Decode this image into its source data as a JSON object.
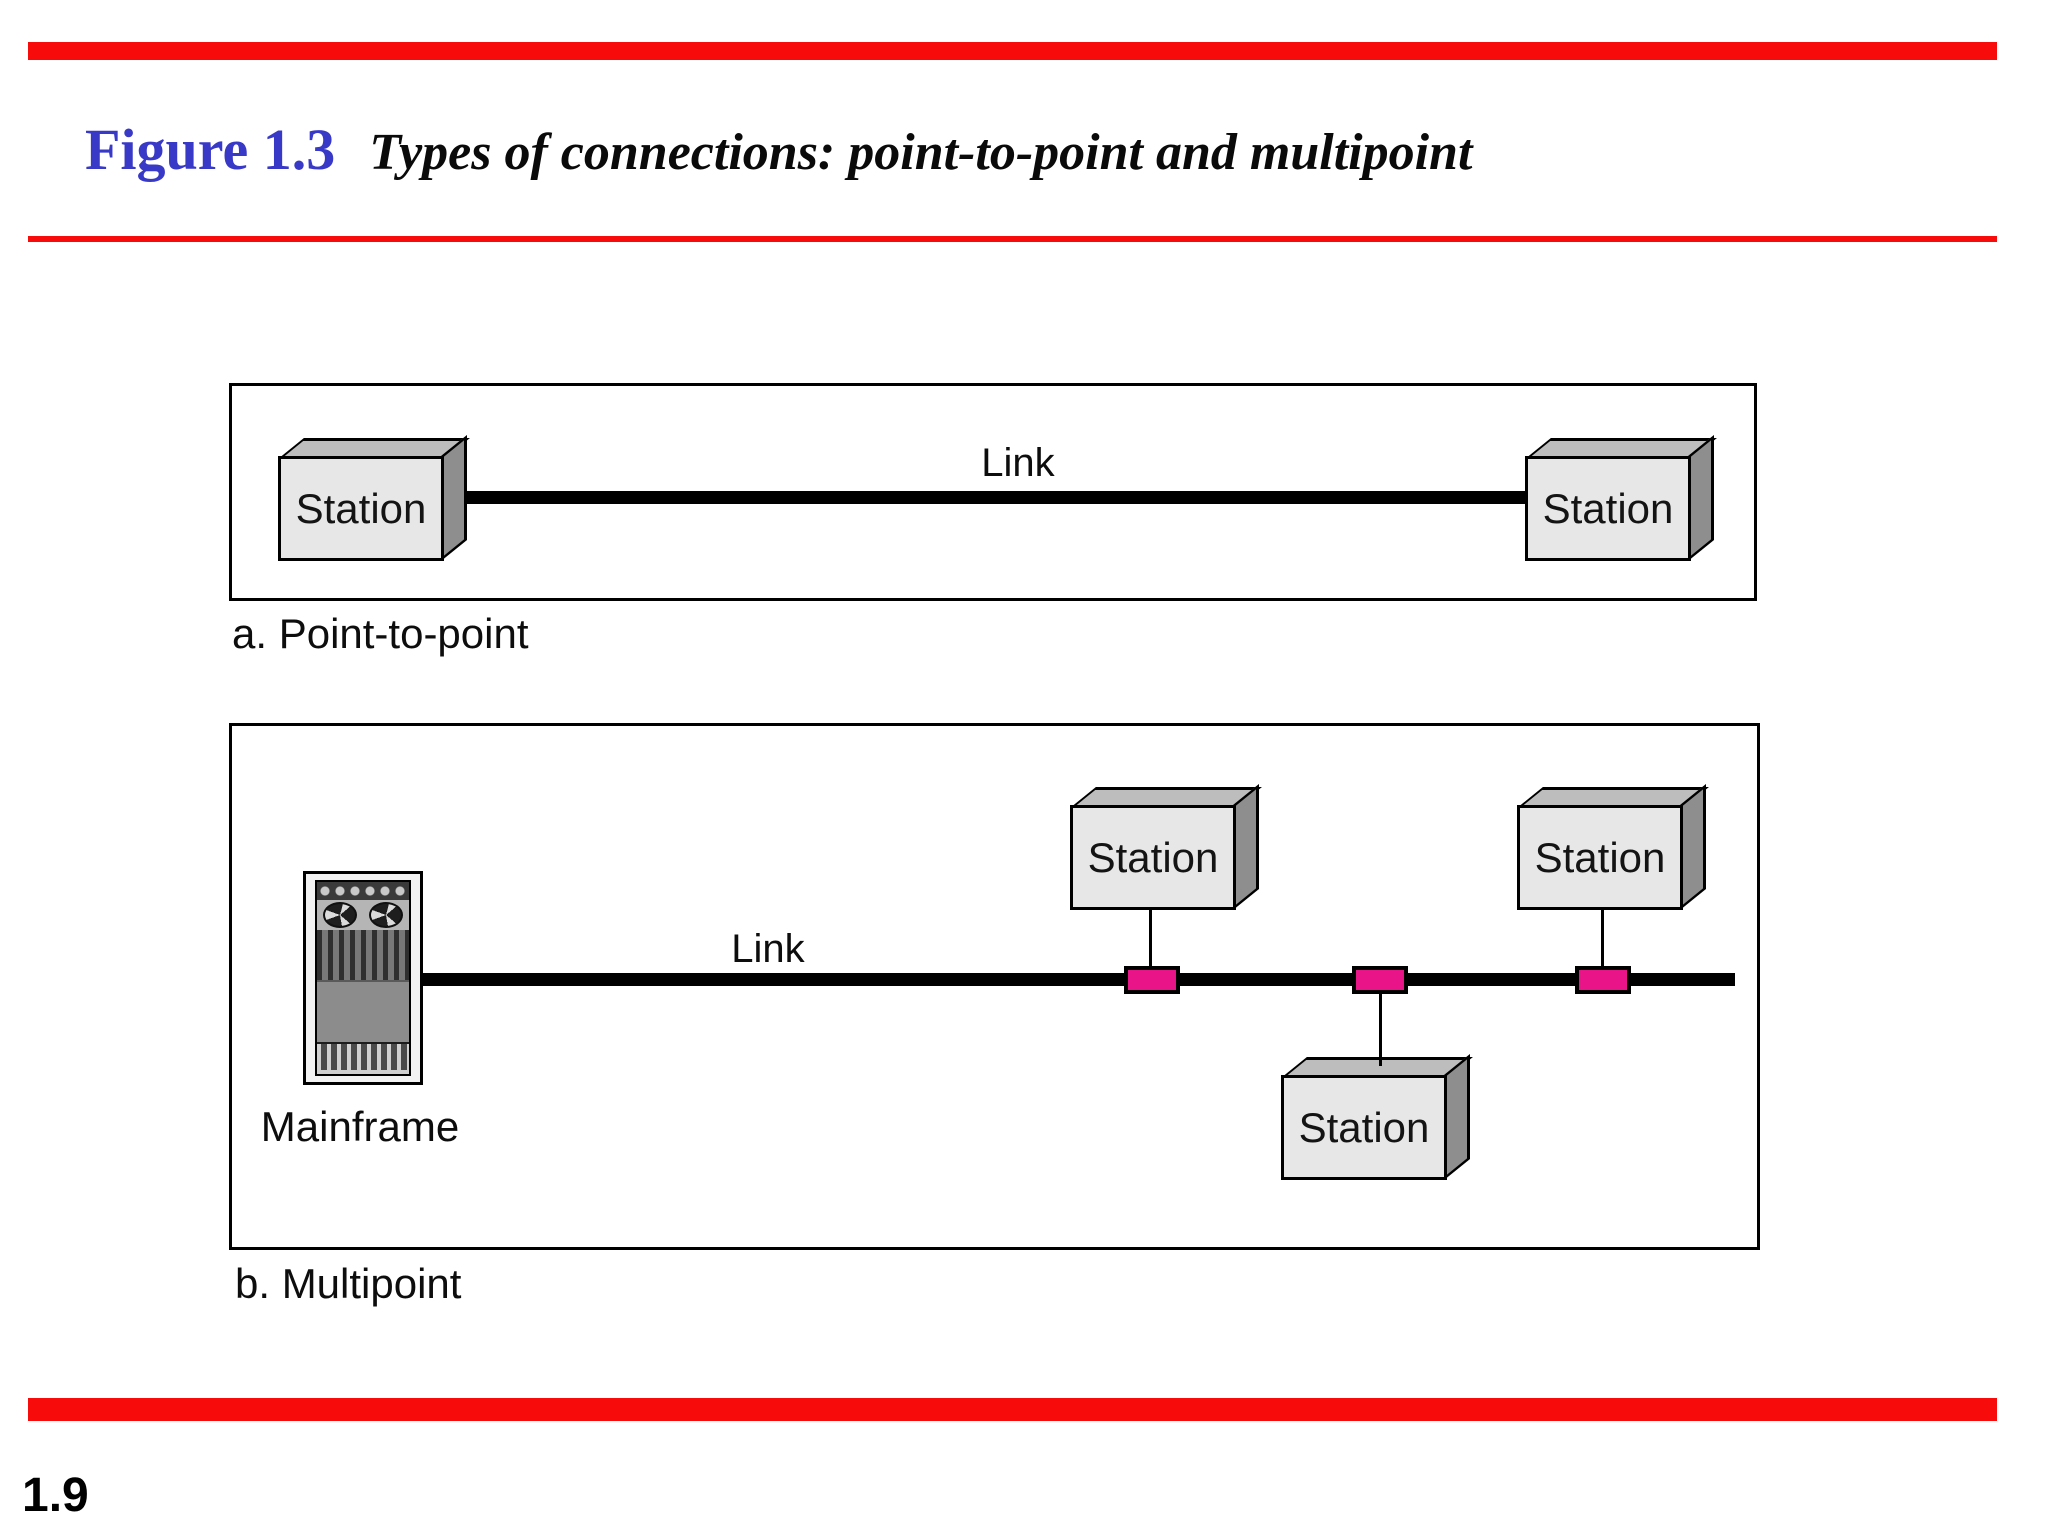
{
  "header": {
    "figure_label": "Figure 1.3",
    "figure_title": "Types of connections: point-to-point and multipoint",
    "page_number": "1.9"
  },
  "colors": {
    "accent-red": "#F80B0B",
    "title-blue": "#3939C8",
    "tap-pink": "#EA1489",
    "box-front": "#E7E7E7",
    "box-top": "#BDBDBD",
    "box-side": "#8E8E8E"
  },
  "panel_a": {
    "caption": "a. Point-to-point",
    "link_label": "Link",
    "stations": [
      {
        "label": "Station"
      },
      {
        "label": "Station"
      }
    ]
  },
  "panel_b": {
    "caption": "b. Multipoint",
    "link_label": "Link",
    "mainframe_label": "Mainframe",
    "stations": [
      {
        "label": "Station"
      },
      {
        "label": "Station"
      },
      {
        "label": "Station"
      }
    ]
  }
}
